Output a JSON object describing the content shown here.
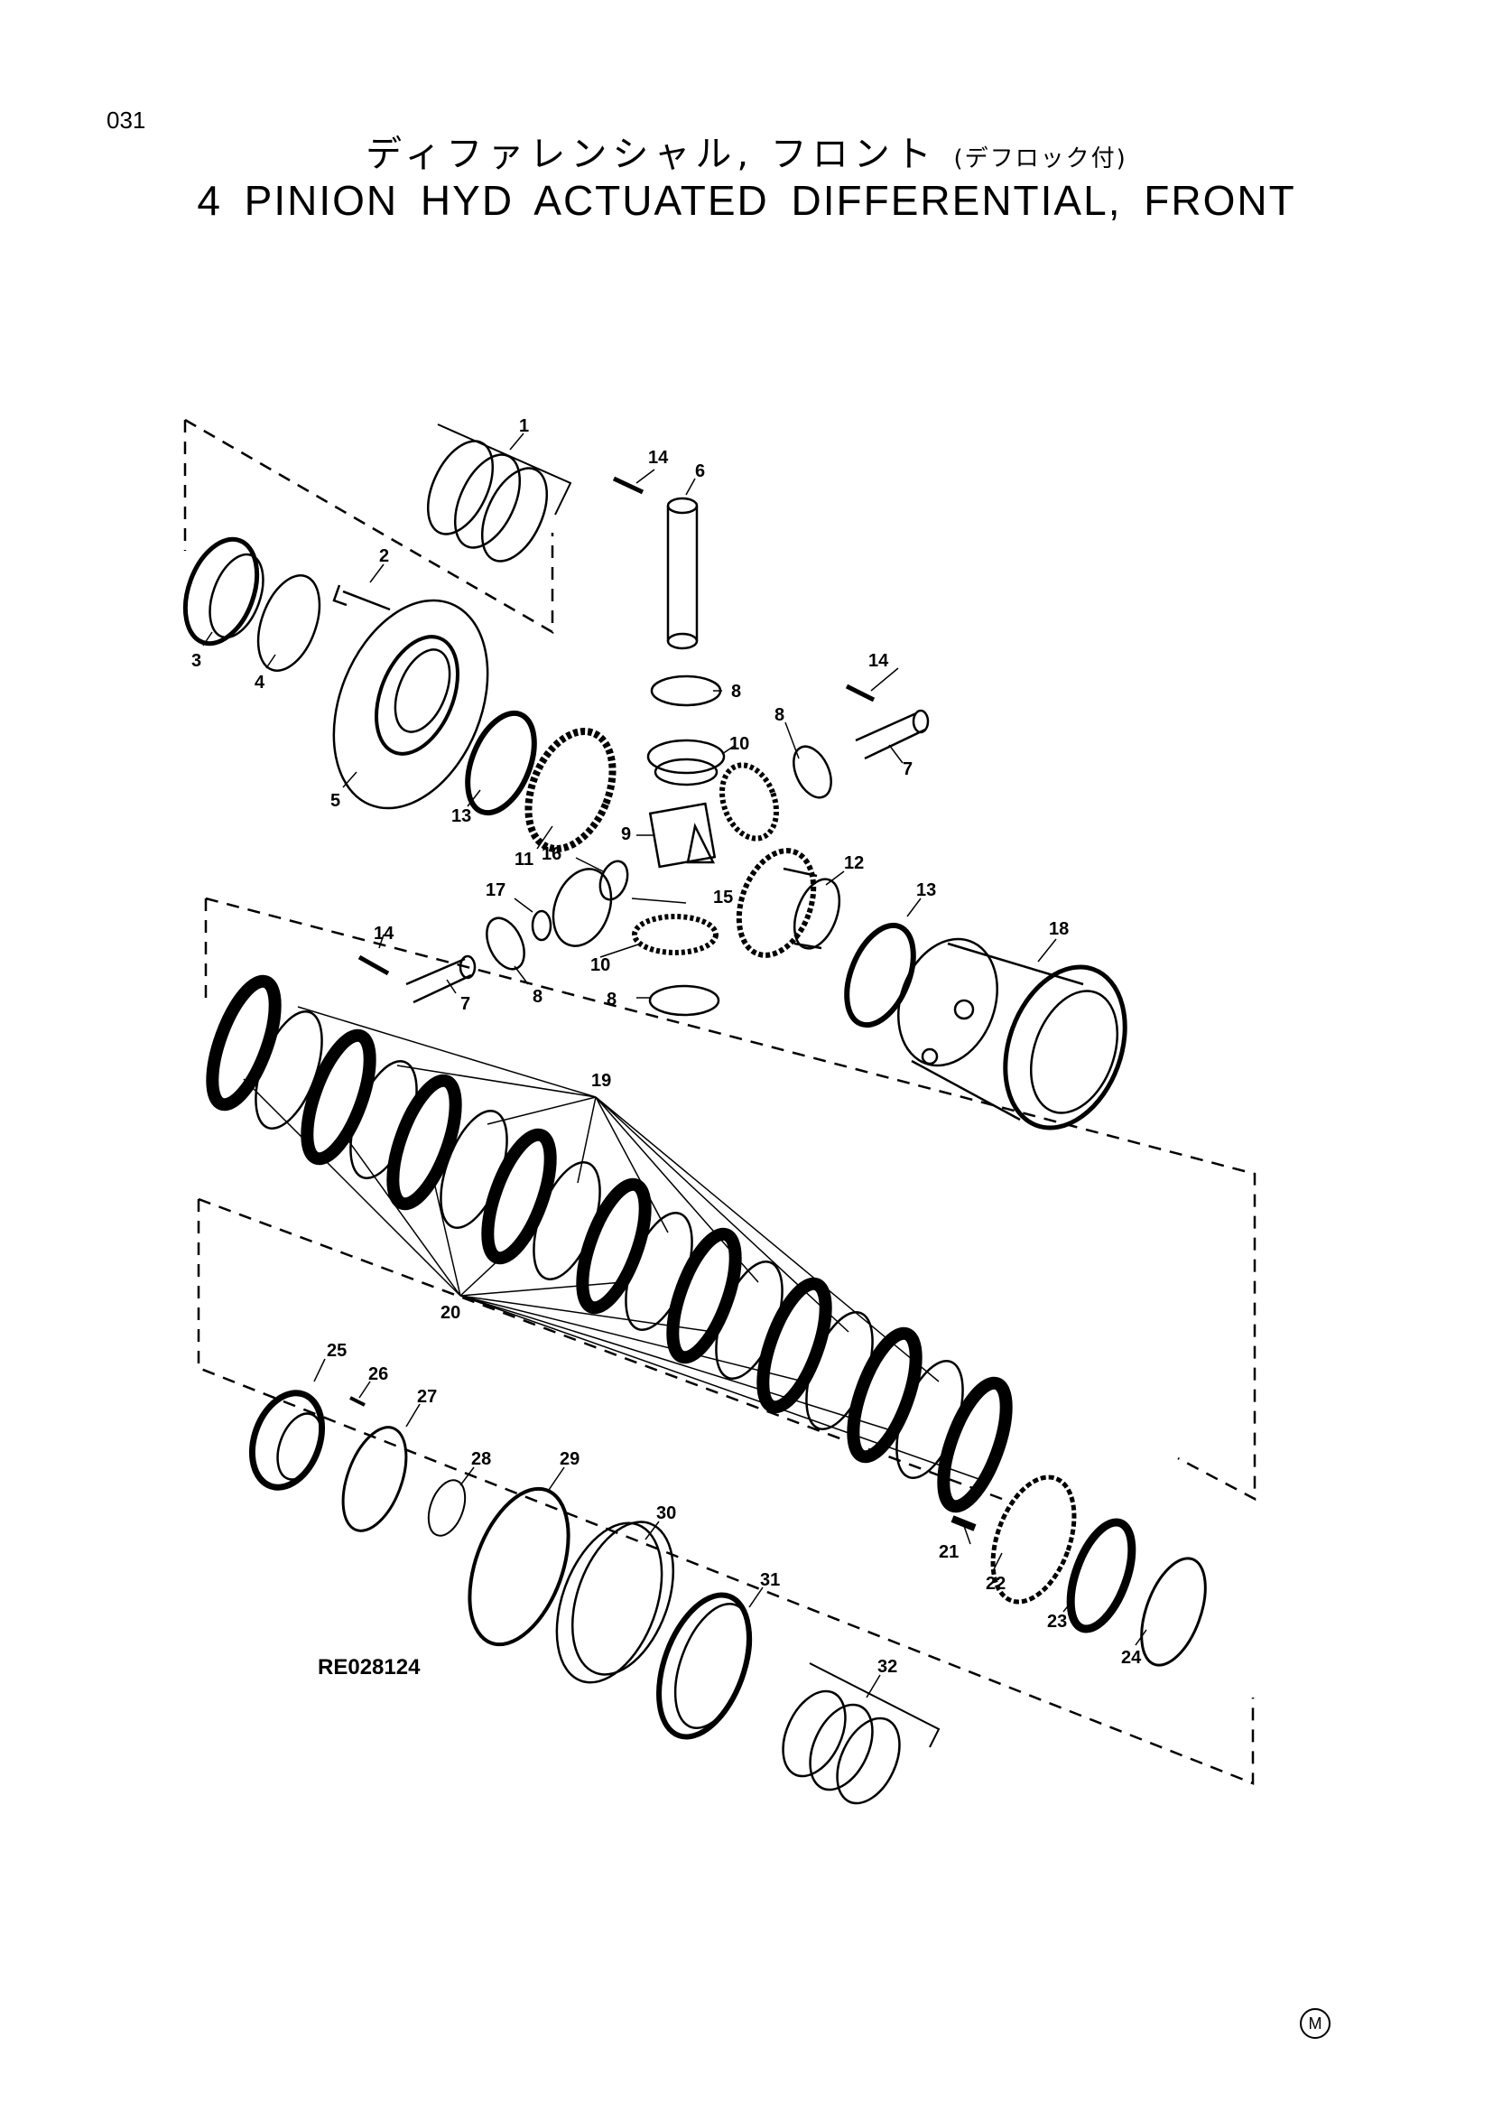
{
  "page_number": "031",
  "title_jp": "ディファレンシャル, フロント",
  "title_jp_note": "(デフロック付)",
  "title_en": "4 PINION HYD ACTUATED DIFFERENTIAL, FRONT",
  "figure_ref": "RE028124",
  "mfg_mark": "M",
  "callouts": [
    {
      "id": "c1",
      "label": "1"
    },
    {
      "id": "c2",
      "label": "2"
    },
    {
      "id": "c3",
      "label": "3"
    },
    {
      "id": "c4",
      "label": "4"
    },
    {
      "id": "c5",
      "label": "5"
    },
    {
      "id": "c6",
      "label": "6"
    },
    {
      "id": "c7a",
      "label": "7"
    },
    {
      "id": "c7b",
      "label": "7"
    },
    {
      "id": "c8a",
      "label": "8"
    },
    {
      "id": "c8b",
      "label": "8"
    },
    {
      "id": "c8c",
      "label": "8"
    },
    {
      "id": "c8d",
      "label": "8"
    },
    {
      "id": "c9",
      "label": "9"
    },
    {
      "id": "c10a",
      "label": "10"
    },
    {
      "id": "c10b",
      "label": "10"
    },
    {
      "id": "c11",
      "label": "11"
    },
    {
      "id": "c12",
      "label": "12"
    },
    {
      "id": "c13a",
      "label": "13"
    },
    {
      "id": "c13b",
      "label": "13"
    },
    {
      "id": "c14a",
      "label": "14"
    },
    {
      "id": "c14b",
      "label": "14"
    },
    {
      "id": "c14c",
      "label": "14"
    },
    {
      "id": "c15",
      "label": "15"
    },
    {
      "id": "c16",
      "label": "16"
    },
    {
      "id": "c17",
      "label": "17"
    },
    {
      "id": "c18",
      "label": "18"
    },
    {
      "id": "c19",
      "label": "19"
    },
    {
      "id": "c20",
      "label": "20"
    },
    {
      "id": "c21",
      "label": "21"
    },
    {
      "id": "c22",
      "label": "22"
    },
    {
      "id": "c23",
      "label": "23"
    },
    {
      "id": "c24",
      "label": "24"
    },
    {
      "id": "c25",
      "label": "25"
    },
    {
      "id": "c26",
      "label": "26"
    },
    {
      "id": "c27",
      "label": "27"
    },
    {
      "id": "c28",
      "label": "28"
    },
    {
      "id": "c29",
      "label": "29"
    },
    {
      "id": "c30",
      "label": "30"
    },
    {
      "id": "c31",
      "label": "31"
    },
    {
      "id": "c32",
      "label": "32"
    }
  ]
}
